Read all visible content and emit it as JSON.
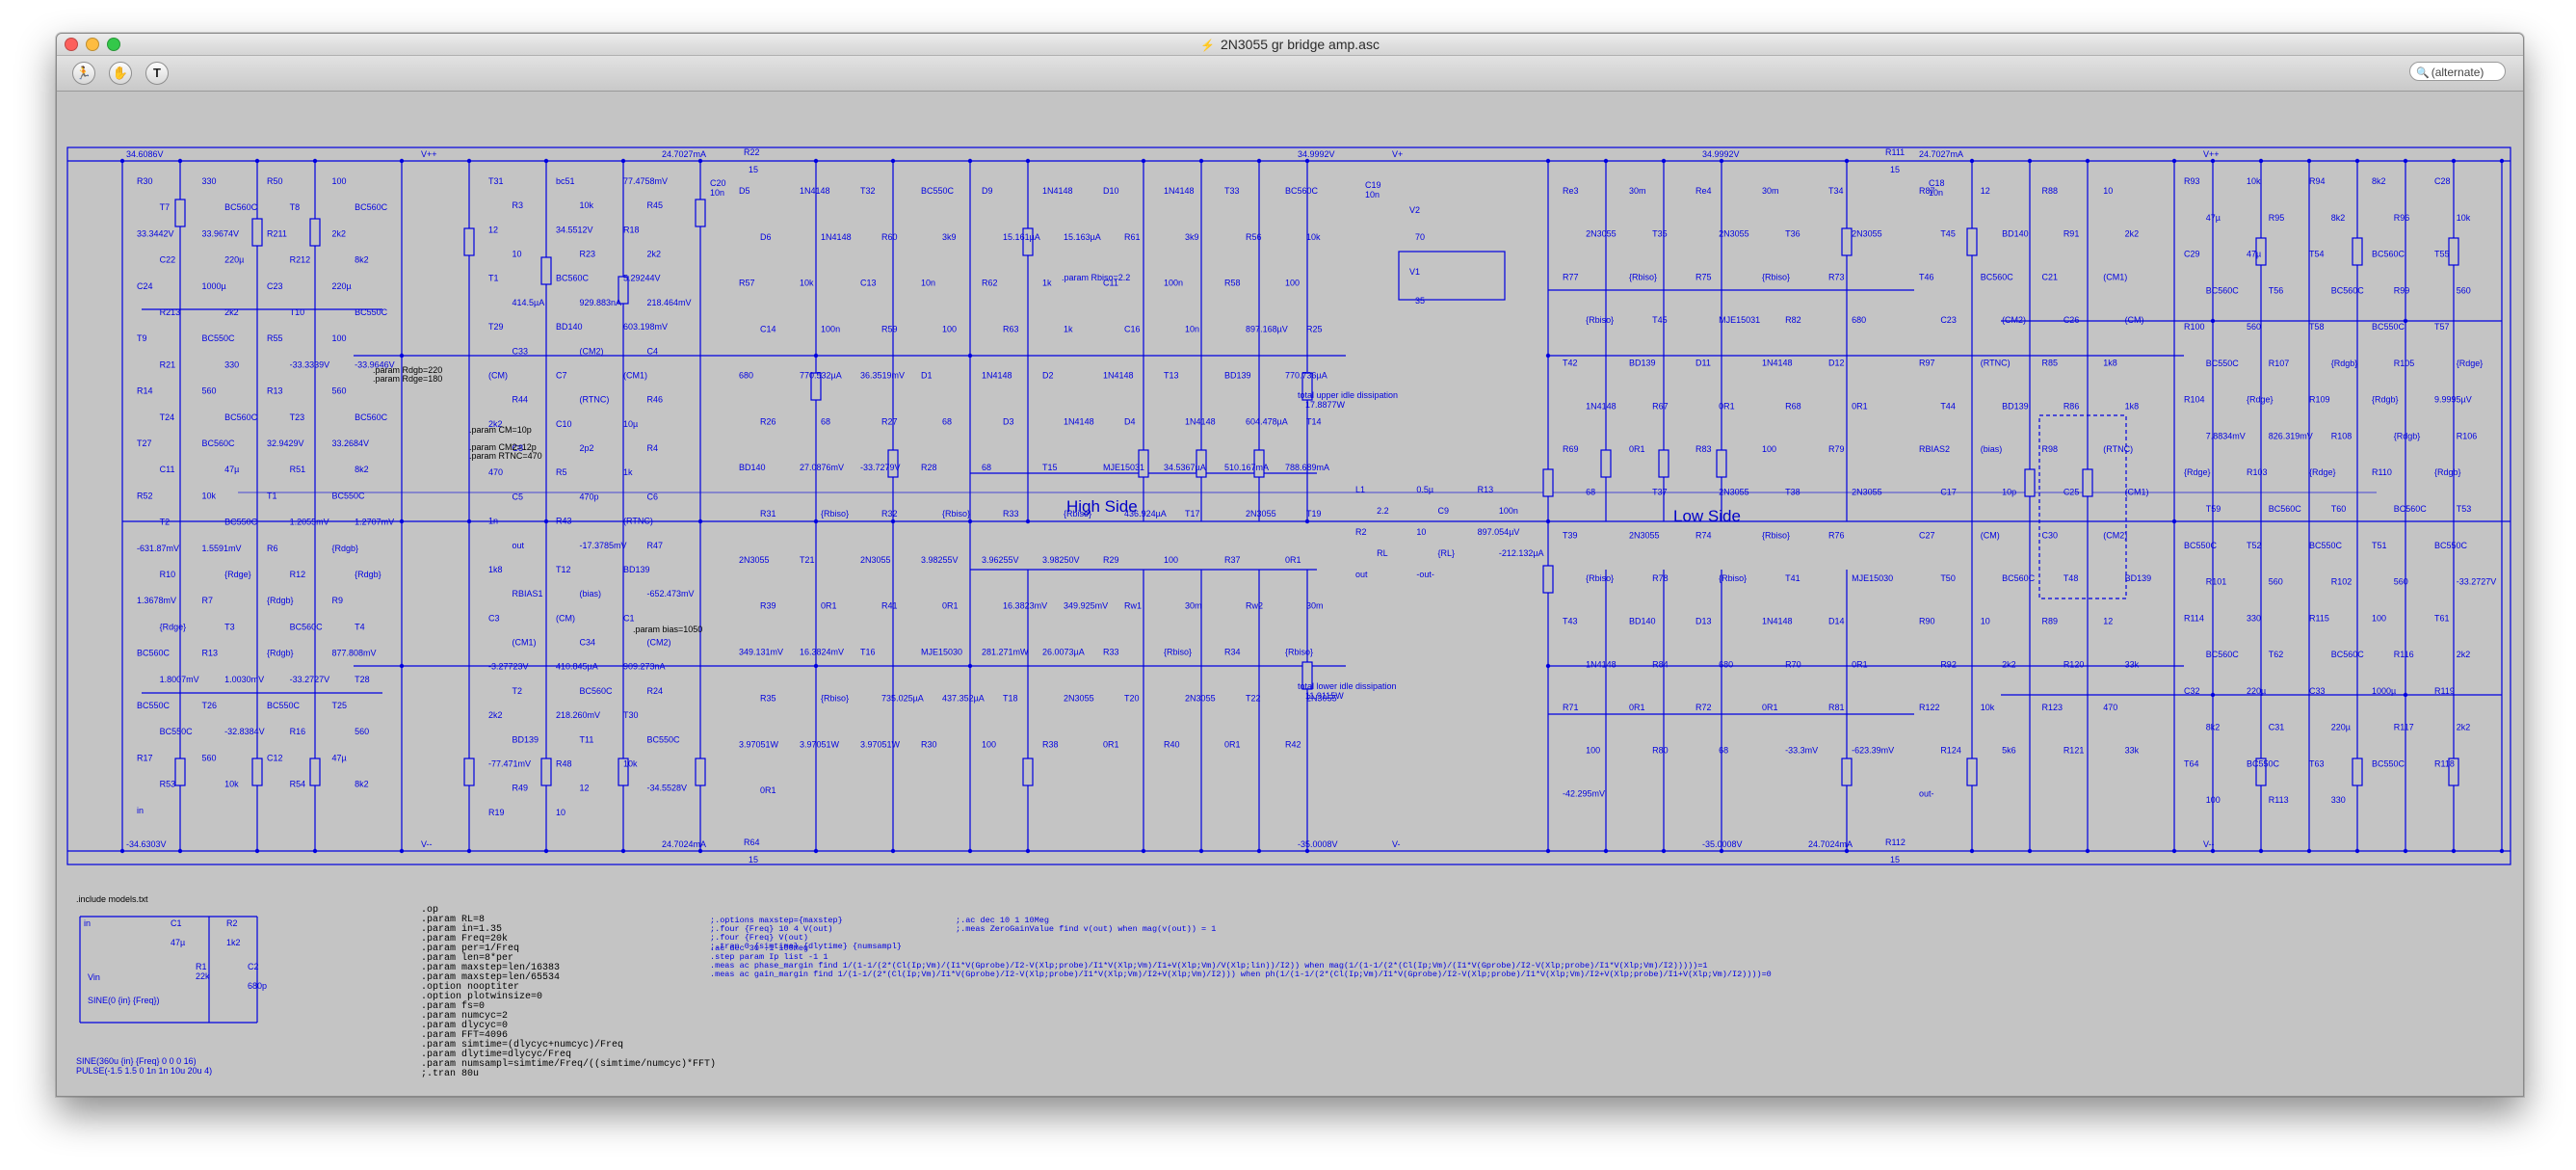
{
  "window": {
    "title": "2N3055 gr bridge amp.asc",
    "title_icon": "schematic-icon"
  },
  "toolbar": {
    "buttons": [
      {
        "icon": "run-icon",
        "glyph": "🏃"
      },
      {
        "icon": "hand-pan-icon",
        "glyph": "✋"
      },
      {
        "icon": "probe-icon",
        "glyph": "T"
      }
    ],
    "search_placeholder": "(alternate)"
  },
  "schematic": {
    "colors": {
      "wire": "#0000e0",
      "background": "#c4c4c4",
      "label": "#0000e0",
      "directive": "#000000"
    },
    "section_labels": {
      "high_side": "High Side",
      "low_side": "Low Side"
    },
    "rails": {
      "top_left_current": "34.6086V",
      "v_plus_left": "V++",
      "top_current_1": "24.7027mA",
      "r22": "R22",
      "r22_val": "15",
      "v_plus": "V+",
      "top_mid_v": "34.9992V",
      "top_right_v": "34.9992V",
      "r111": "R111",
      "r111_val": "15",
      "right_current": "24.7027mA",
      "v_plus_right": "V++",
      "bottom_left_v": "-34.6303V",
      "v_minus_left": "V--",
      "bottom_current_1": "24.7024mA",
      "r64": "R64",
      "r64_val": "15",
      "v_minus": "V-",
      "bottom_mid_v": "-35.0008V",
      "bottom_right_v": "-35.0008V",
      "r112": "R112",
      "r112_val": "15",
      "bottom_right_current": "24.7024mA",
      "v_minus_right": "V--"
    },
    "power_sources": {
      "v_plus_label": "V+",
      "v2": "V2",
      "v2_val": "70",
      "v1": "V1",
      "v1_val": "35",
      "c19": "C19",
      "c19_val": "10n",
      "c18": "C18",
      "c18_val": "10n",
      "c20": "C20",
      "c20_val": "10n"
    },
    "left_stage": {
      "r30": "R30",
      "r30_val": "330",
      "r50": "R50",
      "r50_val": "100",
      "t7": "T7",
      "t7_model": "BC560C",
      "t8": "T8",
      "t8_model": "BC560C",
      "v1": "33.3442V",
      "v2": "33.9674V",
      "r211": "R211",
      "r211_val": "2k2",
      "c22": "C22",
      "c22_val": "220µ",
      "r212": "R212",
      "r212_val": "8k2",
      "c24": "C24",
      "c24_val": "1000µ",
      "c23": "C23",
      "c23_val": "220µ",
      "r213": "R213",
      "r213_val": "2k2",
      "t10": "T10",
      "t10_model": "BC550C",
      "t9": "T9",
      "t9_model": "BC550C",
      "r55": "R55",
      "r55_val": "100",
      "r21": "R21",
      "r21_val": "330",
      "v3": "-33.3339V",
      "v4": "-33.9646V",
      "r14": "R14",
      "r14_val": "560",
      "r13": "R13",
      "r13_val": "560",
      "t24": "T24",
      "t24_model": "BC560C",
      "t23": "T23",
      "t23_model": "BC560C",
      "t27": "T27",
      "t27_model": "BC560C",
      "v5": "32.9429V",
      "v6": "33.2684V",
      "c11": "C11",
      "c11_val": "47µ",
      "r51": "R51",
      "r51_val": "8k2",
      "r52": "R52",
      "r52_val": "10k",
      "t1": "T1",
      "t1_model": "BC550C",
      "t2": "T2",
      "t2_model": "BC550C",
      "v7": "1.2055mV",
      "v8": "1.2707mV",
      "v9": "-631.87mV",
      "v10": "1.5591mV",
      "r6": "R6",
      "r6_val": "{Rdgb}",
      "r10": "R10",
      "r10_val": "{Rdge}",
      "r12": "R12",
      "r12_val": "{Rdgb}",
      "v11": "1.3678mV",
      "r7": "R7",
      "r7_val": "{Rdgb}",
      "r9": "R9",
      "r9_val": "{Rdge}",
      "t3": "T3",
      "t3_model": "BC560C",
      "t4": "T4",
      "t4_model": "BC560C",
      "r13b": "R13",
      "r13b_val": "{Rdgb}",
      "v12": "877.808mV",
      "v13": "1.8007mV",
      "v14": "1.0030mV",
      "v15": "-33.2727V",
      "t28": "T28",
      "t28_model": "BC550C",
      "t26": "T26",
      "t26_model": "BC550C",
      "t25": "T25",
      "t25_model": "BC550C",
      "v16": "-32.8384V",
      "r16": "R16",
      "r16_val": "560",
      "r17": "R17",
      "r17_val": "560",
      "c12": "C12",
      "c12_val": "47µ",
      "r53": "R53",
      "r53_val": "10k",
      "r54": "R54",
      "r54_val": "8k2",
      "param_rdgb": ".param Rdgb=220",
      "param_rdge": ".param Rdge=180",
      "param_cm": ".param CM=10p",
      ".param_cm1": ".param CM1=12p",
      "param_cm2": ".param CM2=12p",
      "param_rtnc": ".param RTNC=470",
      "include": ".include models.txt",
      "in_label": "in"
    },
    "driver_stage": {
      "t31": "T31",
      "t31_model": "bc51",
      "v1": "77.4758mV",
      "r3": "R3",
      "r3_val": "10k",
      "r45": "R45",
      "r45_val": "12",
      "v2": "34.5512V",
      "r18": "R18",
      "r18_val": "10",
      "r23": "R23",
      "r23_val": "2k2",
      "t1": "T1",
      "t1_model": "BC560C",
      "v3": "5.29244V",
      "v4": "414.5µA",
      "v5": "929.883nA",
      "v6": "218.464mV",
      "t29": "T29",
      "t29_model": "BD140",
      "v7": "603.198mV",
      "c33": "C33",
      "c33_val": "(CM2)",
      "c4": "C4",
      "c4_val": "(CM)",
      "c7": "C7",
      "c7_val": "(CM1)",
      "r44": "R44",
      "r44_val": "(RTNC)",
      "r46": "R46",
      "r46_val": "2k2",
      "c10": "C10",
      "c10_val": "10µ",
      "c8": "C8",
      "c8_val": "2p2",
      "r4": "R4",
      "r4_val": "470",
      "r5": "R5",
      "r5_val": "1k",
      "c5": "C5",
      "c5_val": "470p",
      "c6": "C6",
      "c6_val": "1n",
      "r43": "R43",
      "r43_val": "(RTNC)",
      "out_label": "out",
      "v8": "-17.3785mV",
      "r47": "R47",
      "r47_val": "1k8",
      "t12": "T12",
      "t12_model": "BD139",
      "rbias1": "RBIAS1",
      "rbias1_val": "(bias)",
      "param_bias": ".param bias=1050",
      "v9": "-652.473mV",
      "c3": "C3",
      "c3_val": "(CM)",
      "c1": "C1",
      "c1_val": "(CM1)",
      "c34": "C34",
      "c34_val": "(CM2)",
      "v10": "-3.27723V",
      "v11": "410.845µA",
      "v12": "909.273nA",
      "t2": "T2",
      "t2_model": "BC560C",
      "r24": "R24",
      "r24_val": "2k2",
      "v13": "218.260mV",
      "t30": "T30",
      "t30_model": "BD139",
      "t11": "T11",
      "t11_model": "BC550C",
      "v14": "-77.471mV",
      "r48": "R48",
      "r48_val": "10k",
      "r49": "R49",
      "r49_val": "12",
      "v15": "-34.5528V",
      "r19": "R19",
      "r19_val": "10"
    },
    "high_side": {
      "d5": "D5",
      "d5_model": "1N4148",
      "t32": "T32",
      "t32_model": "BC550C",
      "d9": "D9",
      "d9_model": "1N4148",
      "d10": "D10",
      "d10_model": "1N4148",
      "t33": "T33",
      "t33_model": "BC560C",
      "d6": "D6",
      "d6_model": "1N4148",
      "r60": "R60",
      "r60_val": "3k9",
      "v1": "15.161µA",
      "v2": "15.163µA",
      "r61": "R61",
      "r61_val": "3k9",
      "r56": "R56",
      "r56_val": "10k",
      "r57": "R57",
      "r57_val": "10k",
      "c13": "C13",
      "c13_val": "10n",
      "r62": "R62",
      "r62_val": "1k",
      "c11": "C11",
      "c11_val": "100n",
      "r58": "R58",
      "r58_val": "100",
      "c14": "C14",
      "c14_val": "100n",
      "r59": "R59",
      "r59_val": "100",
      "r63": "R63",
      "r63_val": "1k",
      "c16": "C16",
      "c16_val": "10n",
      "v3": "897.168µV",
      "r25": "R25",
      "r25_val": "680",
      "v4": "770.532µA",
      "v5": "36.3519mV",
      "d1": "D1",
      "d1_model": "1N4148",
      "d2": "D2",
      "d2_model": "1N4148",
      "t13": "T13",
      "t13_model": "BD139",
      "v6": "770.736µA",
      "r26": "R26",
      "r26_val": "68",
      "r27": "R27",
      "r27_val": "68",
      "d3": "D3",
      "d3_model": "1N4148",
      "d4": "D4",
      "d4_model": "1N4148",
      "v7": "604.478µA",
      "t14": "T14",
      "t14_model": "BD140",
      "v8": "27.0876mV",
      "v9": "-33.7279V",
      "r28": "R28",
      "r28_val": "68",
      "t15": "T15",
      "t15_model": "MJE15031",
      "v10": "34.5367µA",
      "v11": "510.167mA",
      "v12": "788.689mA",
      "r31": "R31",
      "r31_val": "{Rbiso}",
      "r32": "R32",
      "r32_val": "{Rbiso}",
      "r33": "R33",
      "r33_val": "{Rbiso}",
      "param_rbiso": ".param Rbiso=2.2",
      "v13": "436.924µA",
      "t17": "T17",
      "t17_model": "2N3055",
      "t19": "T19",
      "t19_model": "2N3055",
      "t21": "T21",
      "t21_model": "2N3055",
      "v14": "3.98255V",
      "v15": "3.96255V",
      "v16": "3.98250V",
      "r29": "R29",
      "r29_val": "100",
      "r37": "R37",
      "r37_val": "0R1",
      "r39": "R39",
      "r39_val": "0R1",
      "r41": "R41",
      "r41_val": "0R1",
      "v17": "16.3823mV",
      "upper_idle": "total upper idle dissipation",
      "upper_idle_val": "17.8877W",
      "v18": "349.925mV",
      "r_w1": "Rw1",
      "r_w1_val": "30m",
      "r_w2": "Rw2",
      "r_w2_val": "30m",
      "v19": "349.131mV",
      "v20": "16.3824mV",
      "t16": "T16",
      "t16_model": "MJE15030",
      "v21": "281.271mW",
      "v22": "26.0073µA",
      "r33b": "R33",
      "r33b_val": "{Rbiso}",
      "r34": "R34",
      "r34_val": "{Rbiso}",
      "r35": "R35",
      "r35_val": "{Rbiso}",
      "v23": "735.025µA",
      "v24": "437.352µA",
      "t18": "T18",
      "t18_model": "2N3055",
      "t20": "T20",
      "t20_model": "2N3055",
      "t22": "T22",
      "t22_model": "2N3055",
      "v25": "3.97051W",
      "v26": "3.97051W",
      "v27": "3.97051W",
      "lower_idle": "total lower idle dissipation",
      "lower_idle_val": "11.9115W",
      "r30": "R30",
      "r30_val": "100",
      "r38": "R38",
      "r38_val": "0R1",
      "r40": "R40",
      "r40_val": "0R1",
      "r42": "R42",
      "r42_val": "0R1"
    },
    "output": {
      "l1": "L1",
      "l1_val": "0.5µ",
      "r13": "R13",
      "r13_val": "2.2",
      "c9": "C9",
      "c9_val": "100n",
      "r2": "R2",
      "r2_val": "10",
      "v1": "897.054µV",
      "rl": "RL",
      "rl_val": "{RL}",
      "v2": "-212.132µA",
      "out_label": "out",
      "out_minus": "-out-"
    },
    "low_side": {
      "r3": "Re3",
      "r3_val": "30m",
      "r4": "Re4",
      "r4_val": "30m",
      "t34": "T34",
      "t34_model": "2N3055",
      "t35": "T35",
      "t35_model": "2N3055",
      "t36": "T36",
      "t36_model": "2N3055",
      "r77": "R77",
      "r77_val": "{Rbiso}",
      "r75": "R75",
      "r75_val": "{Rbiso}",
      "r73": "R73",
      "r73_val": "{Rbiso}",
      "t45": "T45",
      "t45_model": "MJE15031",
      "r82": "R82",
      "r82_val": "680",
      "t42": "T42",
      "t42_model": "BD139",
      "d11": "D11",
      "d11_model": "1N4148",
      "d12": "D12",
      "d12_model": "1N4148",
      "r67": "R67",
      "r67_val": "0R1",
      "r68": "R68",
      "r68_val": "0R1",
      "r69": "R69",
      "r69_val": "0R1",
      "r83": "R83",
      "r83_val": "100",
      "r79": "R79",
      "r79_val": "68",
      "t37": "T37",
      "t37_model": "2N3055",
      "t38": "T38",
      "t38_model": "2N3055",
      "t39": "T39",
      "t39_model": "2N3055",
      "r74": "R74",
      "r74_val": "{Rbiso}",
      "r76": "R76",
      "r76_val": "{Rbiso}",
      "r78": "R78",
      "r78_val": "{Rbiso}",
      "t41": "T41",
      "t41_model": "MJE15030",
      "t43": "T43",
      "t43_model": "BD140",
      "d13": "D13",
      "d13_model": "1N4148",
      "d14": "D14",
      "d14_model": "1N4148",
      "r84": "R84",
      "r84_val": "680",
      "r70": "R70",
      "r70_val": "0R1",
      "r71": "R71",
      "r71_val": "0R1",
      "r72": "R72",
      "r72_val": "0R1",
      "r81": "R81",
      "r81_val": "100",
      "r80": "R80",
      "r80_val": "68",
      "v1": "-33.3mV",
      "v2": "-623.39mV",
      "v3": "-42.295mV"
    },
    "right_driver": {
      "r87": "R87",
      "r87_val": "12",
      "r88": "R88",
      "r88_val": "10",
      "t45b": "T45",
      "t45b_model": "BD140",
      "r91": "R91",
      "r91_val": "2k2",
      "t46": "T46",
      "t46_model": "BC560C",
      "c21": "C21",
      "c21_val": "(CM1)",
      "c23": "C23",
      "c23_val": "(CM2)",
      "c26": "C26",
      "c26_val": "(CM)",
      "r97": "R97",
      "r97_val": "(RTNC)",
      "r85": "R85",
      "r85_val": "1k8",
      "t44": "T44",
      "t44_model": "BD139",
      "r86": "R86",
      "r86_val": "1k8",
      "rbias2": "RBIAS2",
      "rbias2_val": "(bias)",
      "r98": "R98",
      "r98_val": "(RTNC)",
      "c17": "C17",
      "c17_val": "10p",
      "c25": "C25",
      "c25_val": "(CM1)",
      "c27": "C27",
      "c27_val": "(CM)",
      "c30": "C30",
      "c30_val": "(CM2)",
      "t50": "T50",
      "t50_model": "BC560C",
      "t48": "T48",
      "t48_model": "BD139",
      "r90": "R90",
      "r90_val": "10",
      "r89": "R89",
      "r89_val": "12",
      "r92": "R92",
      "r92_val": "2k2",
      "r120": "R120",
      "r120_val": "33k",
      "r122": "R122",
      "r122_val": "10k",
      "r123": "R123",
      "r123_val": "470",
      "r124": "R124",
      "r124_val": "5k6",
      "r121": "R121",
      "r121_val": "33k",
      "out_minus": "out-"
    },
    "right_stage": {
      "r93": "R93",
      "r93_val": "10k",
      "r94": "R94",
      "r94_val": "8k2",
      "c28": "C28",
      "c28_val": "47µ",
      "r95": "R95",
      "r95_val": "8k2",
      "r96": "R96",
      "r96_val": "10k",
      "c29": "C29",
      "c29_val": "47µ",
      "t54": "T54",
      "t54_model": "BC560C",
      "t55": "T55",
      "t55_model": "BC560C",
      "t56": "T56",
      "t56_model": "BC560C",
      "r99": "R99",
      "r99_val": "560",
      "r100": "R100",
      "r100_val": "560",
      "t58": "T58",
      "t58_model": "BC550C",
      "t57": "T57",
      "t57_model": "BC550C",
      "r107": "R107",
      "r107_val": "{Rdgb}",
      "r105": "R105",
      "r105_val": "{Rdge}",
      "r104": "R104",
      "r104_val": "{Rdge}",
      "r109": "R109",
      "r109_val": "{Rdgb}",
      "v1": "9.9995µV",
      "v2": "7.8834mV",
      "v3": "826.319mV",
      "r108": "R108",
      "r108_val": "{Rdgb}",
      "r106": "R106",
      "r106_val": "{Rdge}",
      "r103": "R103",
      "r103_val": "{Rdge}",
      "r110": "R110",
      "r110_val": "{Rdgb}",
      "t59": "T59",
      "t59_model": "BC560C",
      "t60": "T60",
      "t60_model": "BC560C",
      "t53": "T53",
      "t53_model": "BC550C",
      "t52": "T52",
      "t52_model": "BC550C",
      "t51": "T51",
      "t51_model": "BC550C",
      "r101": "R101",
      "r101_val": "560",
      "r102": "R102",
      "r102_val": "560",
      "v4": "-33.2727V",
      "r114": "R114",
      "r114_val": "330",
      "r115": "R115",
      "r115_val": "100",
      "t61": "T61",
      "t61_model": "BC560C",
      "t62": "T62",
      "t62_model": "BC560C",
      "r116": "R116",
      "r116_val": "2k2",
      "c32": "C32",
      "c32_val": "220µ",
      "c33": "C33",
      "c33_val": "1000µ",
      "r119": "R119",
      "r119_val": "8k2",
      "c31": "C31",
      "c31_val": "220µ",
      "r117": "R117",
      "r117_val": "2k2",
      "t64": "T64",
      "t64_model": "BC550C",
      "t63": "T63",
      "t63_model": "BC550C",
      "r118": "R118",
      "r118_val": "100",
      "r113": "R113",
      "r113_val": "330"
    },
    "source_circuit": {
      "in_label": "in",
      "c1": "C1",
      "c1_val": "47µ",
      "r2": "R2",
      "r2_val": "1k2",
      "r1": "R1",
      "r1_val": "22k",
      "c2": "C2",
      "c2_val": "680p",
      "vin": "Vin",
      "vin_val": "SINE(0 {in} {Freq})",
      "sine_line": "SINE(360u {in} {Freq} 0 0 0 16)",
      "pulse_line": "PULSE(-1.5 1.5 0 1n 1n 10u 20u 4)"
    },
    "directives": {
      "op_block": [
        ".op",
        ".param RL=8",
        ".param in=1.35",
        ".param Freq=20k",
        ".param per=1/Freq",
        ".param len=8*per",
        ".param maxstep=len/16383",
        ".param maxstep=len/65534",
        ".option nooptiter",
        ".option plotwinsize=0",
        ".param fs=0",
        ".param numcyc=2",
        ".param dlycyc=0",
        ".param FFT=4096",
        ".param simtime=(dlycyc+numcyc)/Freq",
        ".param dlytime=dlycyc/Freq",
        ".param numsampl=simtime/Freq/((simtime/numcyc)*FFT)",
        ";.tran 80u"
      ],
      "options_block": [
        ";.options maxstep={maxstep}",
        ";.four {Freq} 10 4 V(out)",
        ";.four {Freq} V(out)",
        ";.tran 0 {simtime} {dlytime} {numsampl}"
      ],
      "ac_block": [
        ";.ac dec 10 1 10Meg",
        ";.meas ZeroGainValue find v(out) when mag(v(out)) = 1"
      ],
      "loop_block": [
        ".ac dec 30 .1 100Meg",
        ".step param Ip list -1 1",
        ".meas ac phase_margin find 1/(1-1/(2*(Cl(Ip;Vm)/(I1*V(Gprobe)/I2-V(Xlp;probe)/I1*V(Xlp;Vm)/I1+V(Xlp;Vm)/V(Xlp;lin))/I2)) when mag(1/(1-1/(2*(Cl(Ip;Vm)/(I1*V(Gprobe)/I2-V(Xlp;probe)/I1*V(Xlp;Vm)/I2)))))=1",
        ".meas ac gain_margin find 1/(1-1/(2*(Cl(Ip;Vm)/I1*V(Gprobe)/I2-V(Xlp;probe)/I1*V(Xlp;Vm)/I2+V(Xlp;Vm)/I2))) when ph(1/(1-1/(2*(Cl(Ip;Vm)/I1*V(Gprobe)/I2-V(Xlp;probe)/I1*V(Xlp;Vm)/I2+V(Xlp;probe)/I1+V(Xlp;Vm)/I2))))=0"
      ]
    }
  }
}
